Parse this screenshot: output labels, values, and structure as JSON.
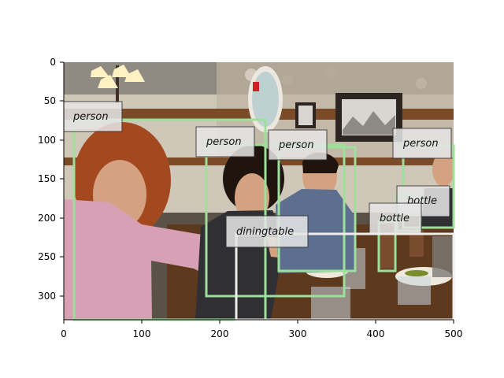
{
  "x_ticks": [
    "0",
    "100",
    "200",
    "300",
    "400",
    "500"
  ],
  "y_ticks": [
    "0",
    "50",
    "100",
    "150",
    "200",
    "250",
    "300"
  ],
  "detections": [
    {
      "label": "person"
    },
    {
      "label": "person"
    },
    {
      "label": "person"
    },
    {
      "label": "person"
    },
    {
      "label": "bottle"
    },
    {
      "label": "bottle"
    },
    {
      "label": "diningtable"
    }
  ],
  "colors": {
    "box": "#9edf9c",
    "box_alt": "#efeeea",
    "label_bg": "#e6e6e6"
  }
}
